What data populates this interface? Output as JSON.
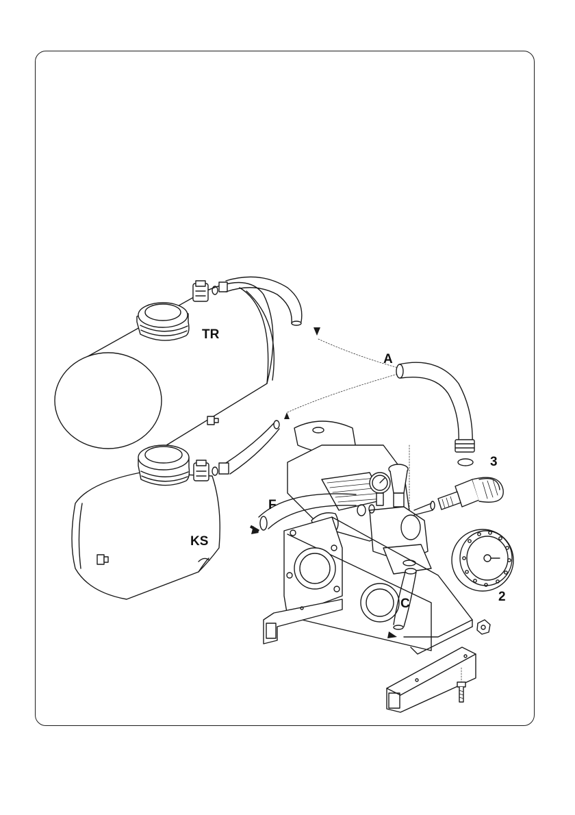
{
  "colors": {
    "ink": "#1a1a1a",
    "paper": "#ffffff",
    "shade": "#555555"
  },
  "labels": {
    "upper_tank": "TR",
    "lower_tank": "KS",
    "hose_a": "A",
    "hose_f": "F",
    "hose_c": "C",
    "part_2": "2",
    "part_3": "3"
  }
}
